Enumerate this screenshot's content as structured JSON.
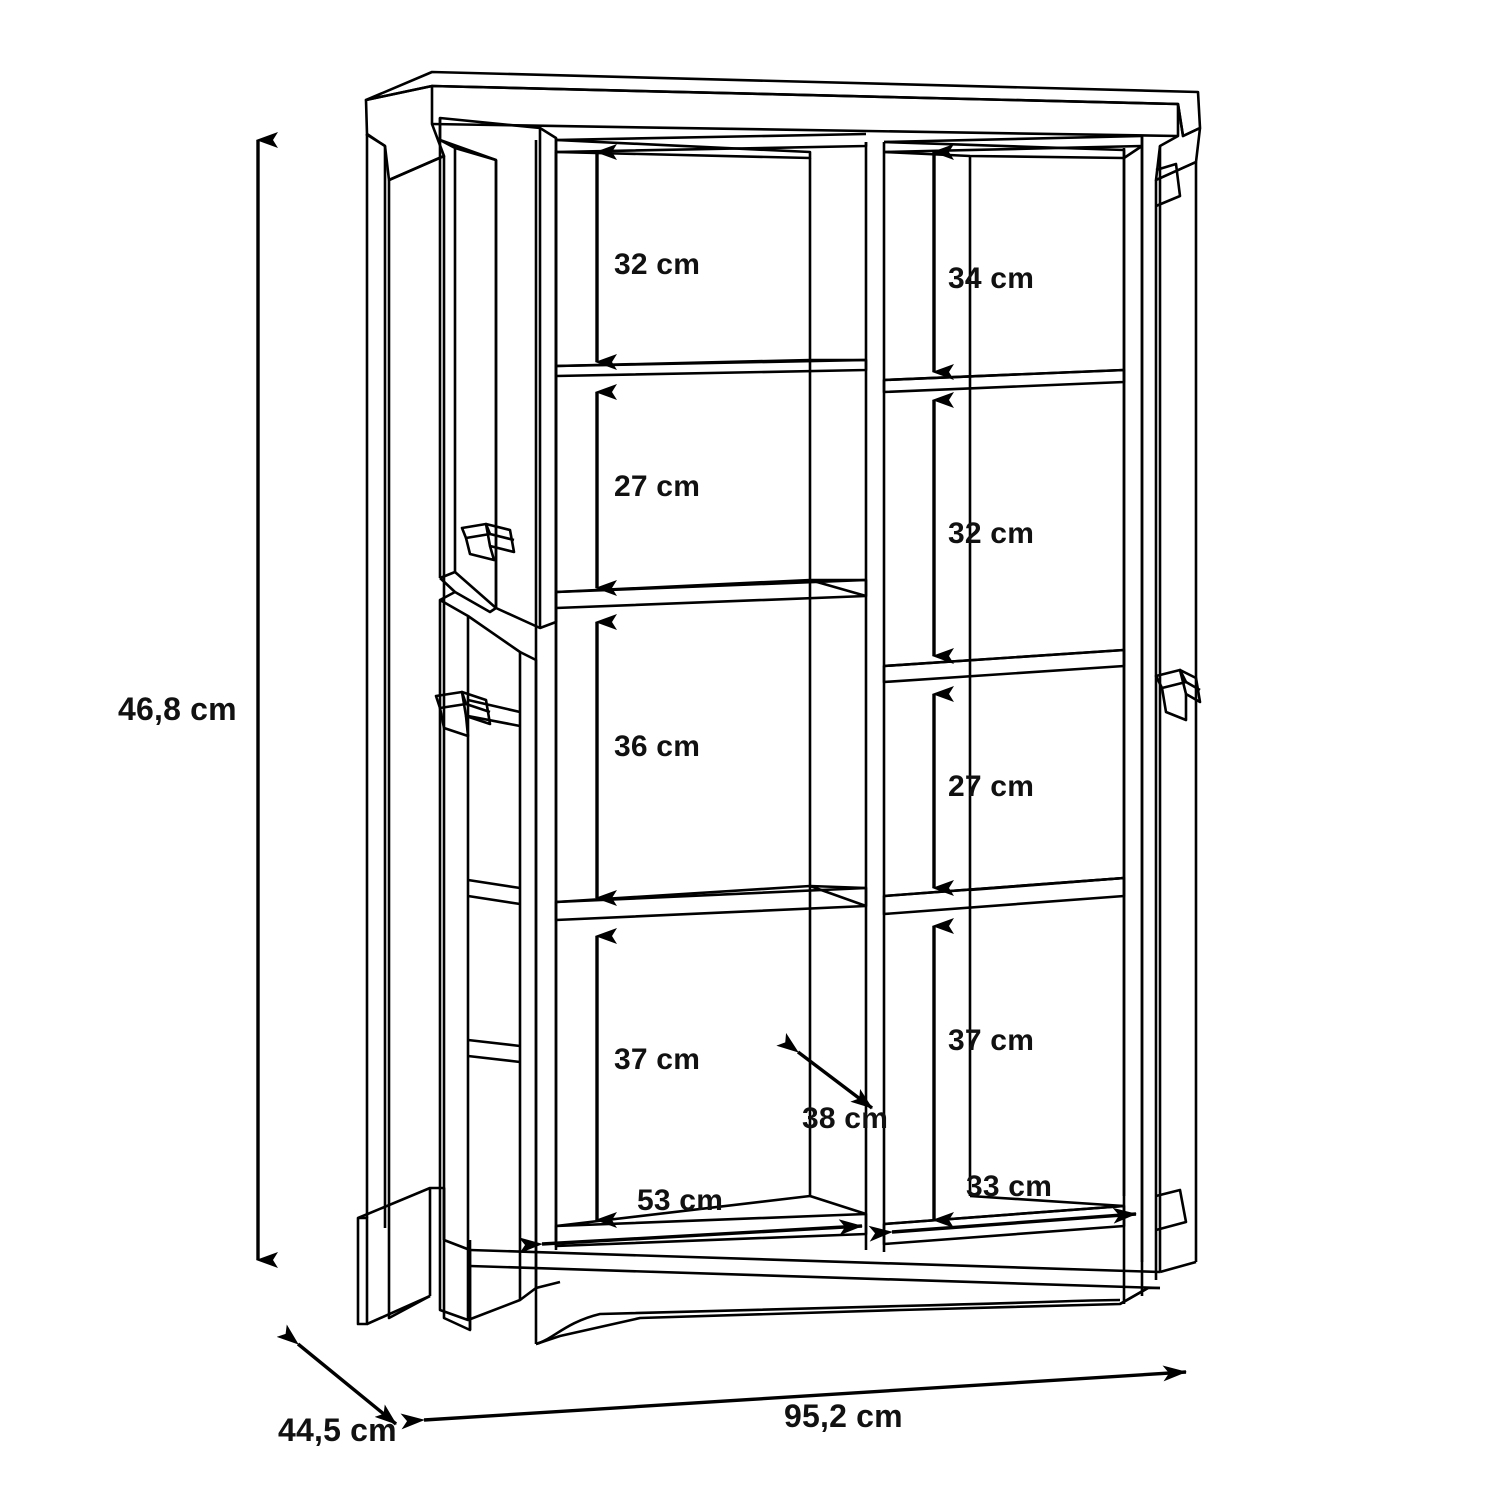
{
  "drawing": {
    "title": "Cabinet dimension drawing",
    "type": "technical-line-drawing",
    "unit": "cm",
    "line_color": "#000000",
    "background_color": "#ffffff"
  },
  "overall_dimensions": {
    "height": "46,8 cm",
    "depth": "44,5 cm",
    "width": "95,2 cm"
  },
  "left_compartment": {
    "shelf_gaps": [
      "32 cm",
      "27 cm",
      "36 cm",
      "37 cm"
    ],
    "interior_width": "53 cm"
  },
  "right_compartment": {
    "shelf_gaps": [
      "34 cm",
      "32 cm",
      "27 cm",
      "37 cm"
    ],
    "interior_width": "33 cm"
  },
  "interior_depth": "38 cm",
  "labels": {
    "height": "46,8 cm",
    "depth": "44,5 cm",
    "width": "95,2 cm",
    "l1": "32 cm",
    "l2": "27 cm",
    "l3": "36 cm",
    "l4": "37 cm",
    "r1": "34 cm",
    "r2": "32 cm",
    "r3": "27 cm",
    "r4": "37 cm",
    "inner_depth": "38 cm",
    "left_width": "53 cm",
    "right_width": "33 cm"
  }
}
